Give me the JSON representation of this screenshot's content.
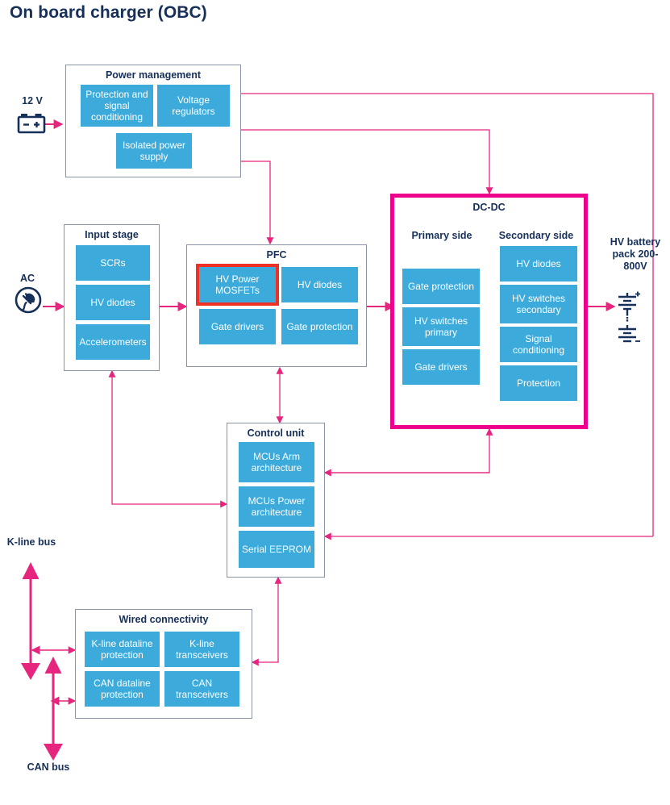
{
  "title": "On board charger (OBC)",
  "colors": {
    "block_fill": "#3cabdb",
    "block_text": "#ffffff",
    "group_border": "#8a94a6",
    "accent_border": "#ec008c",
    "highlight_border": "#ee3124",
    "wire": "#e6257e",
    "title_text": "#16305a"
  },
  "groups": {
    "power_management": {
      "title": "Power management",
      "blocks": [
        {
          "label": "Protection and signal conditioning"
        },
        {
          "label": "Voltage regulators"
        },
        {
          "label": "Isolated power supply"
        }
      ]
    },
    "input_stage": {
      "title": "Input stage",
      "blocks": [
        {
          "label": "SCRs"
        },
        {
          "label": "HV diodes"
        },
        {
          "label": "Accelerometers"
        }
      ]
    },
    "pfc": {
      "title": "PFC",
      "blocks": [
        {
          "label": "HV Power MOSFETs",
          "highlighted": true
        },
        {
          "label": "HV diodes",
          "highlighted": false
        },
        {
          "label": "Gate drivers",
          "highlighted": false
        },
        {
          "label": "Gate protection",
          "highlighted": false
        }
      ]
    },
    "dc_dc": {
      "title": "DC-DC",
      "highlighted": true,
      "primary": {
        "title": "Primary side",
        "blocks": [
          {
            "label": "Gate protection"
          },
          {
            "label": "HV switches primary"
          },
          {
            "label": "Gate drivers"
          }
        ]
      },
      "secondary": {
        "title": "Secondary side",
        "blocks": [
          {
            "label": "HV diodes"
          },
          {
            "label": "HV switches secondary"
          },
          {
            "label": "Signal conditioning"
          },
          {
            "label": "Protection"
          }
        ]
      }
    },
    "control_unit": {
      "title": "Control unit",
      "blocks": [
        {
          "label": "MCUs Arm architecture"
        },
        {
          "label": "MCUs Power architecture"
        },
        {
          "label": "Serial EEPROM"
        }
      ]
    },
    "wired_connectivity": {
      "title": "Wired connectivity",
      "blocks": [
        {
          "label": "K-line dataline protection"
        },
        {
          "label": "K-line transceivers"
        },
        {
          "label": "CAN dataline protection"
        },
        {
          "label": "CAN transceivers"
        }
      ]
    }
  },
  "ports": {
    "dc_12v": {
      "label": "12 V",
      "icon": "car-battery-icon"
    },
    "ac_input": {
      "label": "AC",
      "icon": "ac-plug-icon"
    },
    "hv_battery": {
      "label": "HV battery pack 200-800V",
      "icon": "battery-cells-icon",
      "plus": "+",
      "minus": "-"
    },
    "k_line_bus": {
      "label": "K-line bus"
    },
    "can_bus": {
      "label": "CAN bus"
    }
  }
}
